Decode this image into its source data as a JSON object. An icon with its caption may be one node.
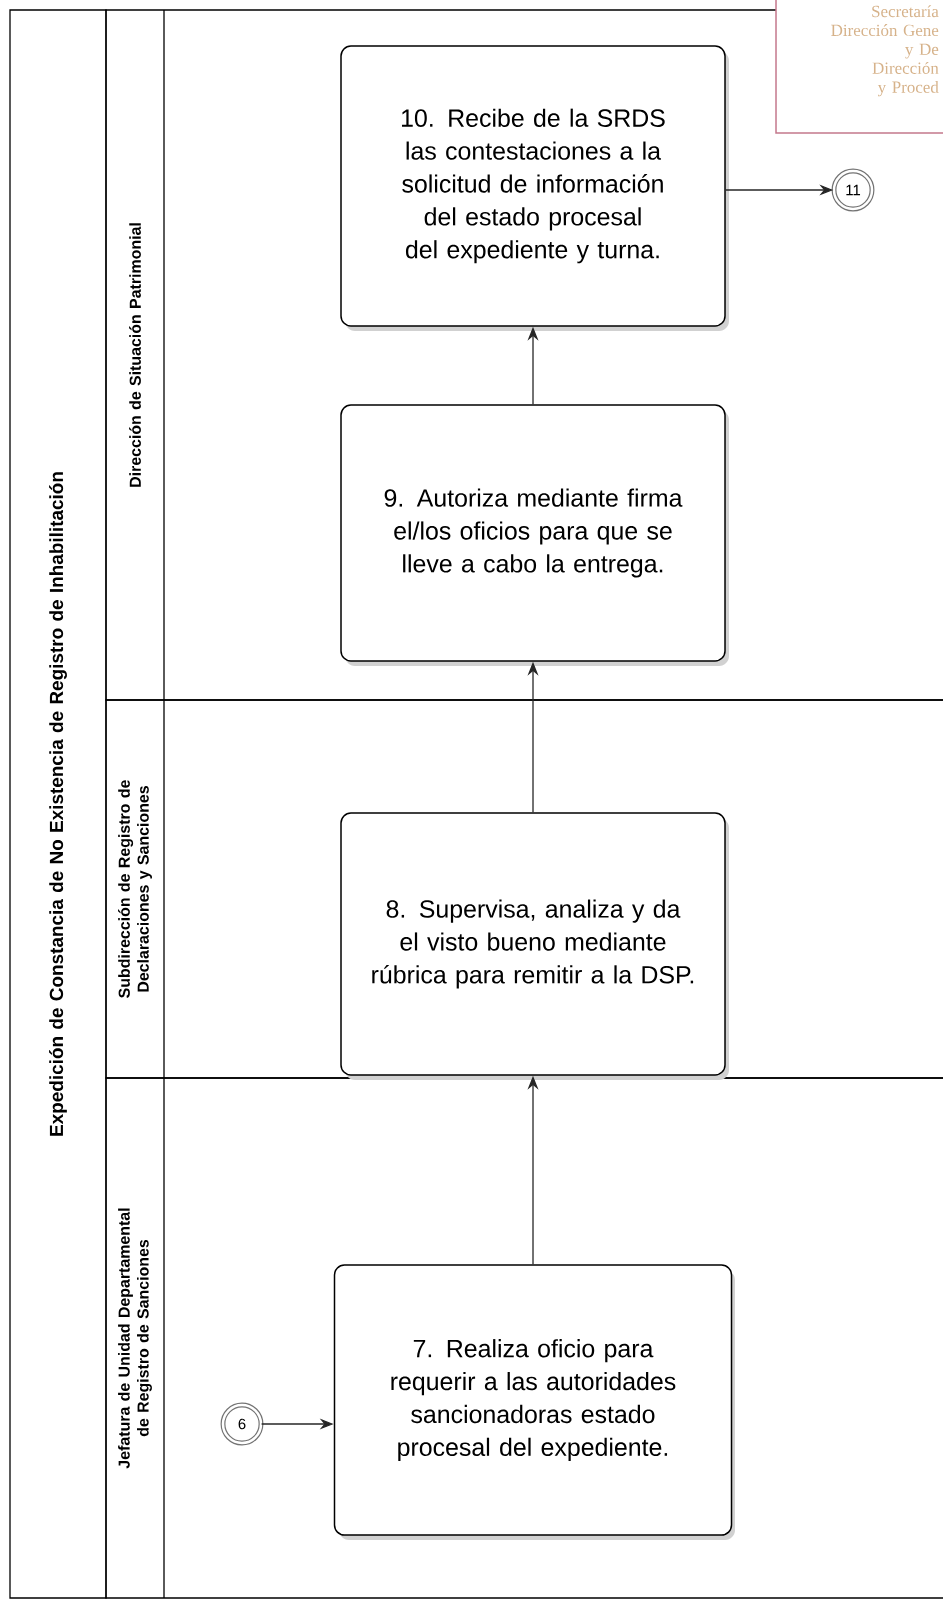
{
  "diagram": {
    "title": "Expedición de Constancia de No Existencia de Registro de Inhabilitación",
    "nodes": [
      {
        "text": [
          "Dirección de Situación Patrimonial"
        ]
      },
      {
        "text": [
          "10. Recibe de la SRDS las contestaciones a la solicitud de información del estado procesal del expediente y turna."
        ],
        "in": 0
      },
      {
        "text": [
          "11"
        ],
        "in": 0
      },
      {
        "text": [
          "9. Autoriza mediante firma el/los oficios para que se lleve a cabo la entrega."
        ],
        "in": 0
      },
      {
        "text": [
          "Subdirección de Registro de Declaraciones y Sanciones"
        ]
      },
      {
        "text": [
          "8. Supervisa, analiza y da el visto bueno mediante rúbrica para remitir a la DSP."
        ],
        "in": 4
      },
      {
        "text": [
          "Jefatura de Unidad Departamental de Registro de Sanciones"
        ]
      },
      {
        "text": [
          "6"
        ],
        "in": 6
      },
      {
        "text": [
          "7. Realiza  oficio para requerir a las autoridades sancionadoras estado procesal del expediente."
        ],
        "in": 6
      },
      {
        "text": [
          "Secretaría",
          "Dirección Gene",
          "y De",
          "Dirección",
          "y Proced"
        ]
      }
    ],
    "edges": [
      {
        "from": 7,
        "to": 8,
        "arrow": "to"
      },
      {
        "from": 8,
        "to": 5,
        "arrow": "to"
      },
      {
        "from": 5,
        "to": 3,
        "arrow": "to"
      },
      {
        "from": 3,
        "to": 1,
        "arrow": "to"
      },
      {
        "from": 1,
        "to": 2,
        "arrow": "to"
      }
    ]
  }
}
